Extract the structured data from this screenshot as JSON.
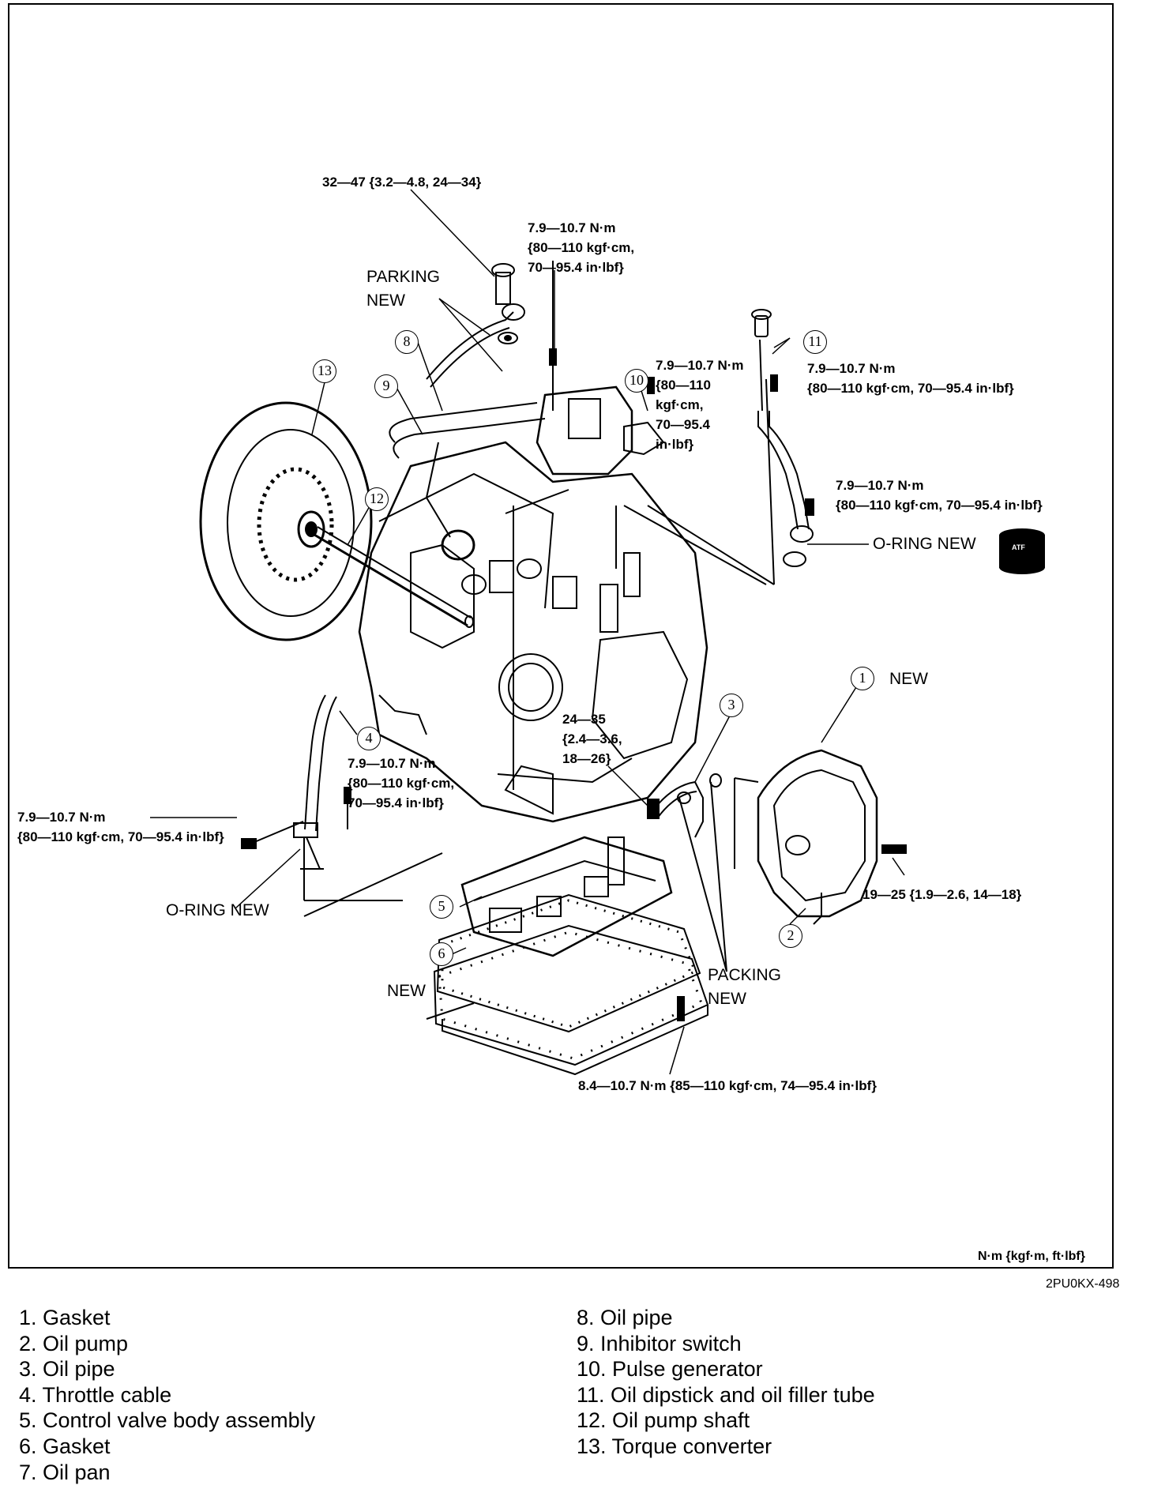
{
  "torque_labels": {
    "top_bolt": "32—47 {3.2—4.8, 24—34}",
    "switch_bolt": "7.9—10.7 N·m\n{80—110 kgf·cm,\n70—95.4 in·lbf}",
    "pulse_bolt": "7.9—10.7 N·m\n{80—110\nkgf·cm,\n70—95.4\nin·lbf}",
    "tube_bolt_upper": "7.9—10.7 N·m\n{80—110 kgf·cm, 70—95.4 in·lbf}",
    "tube_bolt_lower": "7.9—10.7 N·m\n{80—110 kgf·cm, 70—95.4 in·lbf}",
    "pipe_bolt": "24—35\n{2.4—3.6,\n18—26}",
    "cable_bolt_left": "7.9—10.7 N·m\n{80—110 kgf·cm, 70—95.4 in·lbf}",
    "cable_bolt_center": "7.9—10.7 N·m\n{80—110 kgf·cm,\n70—95.4 in·lbf}",
    "pump_bolt": "19—25 {1.9—2.6, 14—18}",
    "pan_bolt": "8.4—10.7 N·m {85—110 kgf·cm, 74—95.4 in·lbf}"
  },
  "notes": {
    "parking_new": "PARKING\nNEW",
    "oring_right": "O-RING NEW",
    "oring_left": "O-RING NEW",
    "new_gasket1": "NEW",
    "new_gasket6": "NEW",
    "packing_new": "PACKING\nNEW",
    "atf": "ATF"
  },
  "callouts": [
    "1",
    "2",
    "3",
    "4",
    "5",
    "6",
    "8",
    "9",
    "10",
    "11",
    "12",
    "13"
  ],
  "unit_note": "N·m {kgf·m, ft·lbf}",
  "figure_code": "2PU0KX-498",
  "legend_left": [
    "1. Gasket",
    "2. Oil pump",
    "3. Oil pipe",
    "4. Throttle cable",
    "5. Control valve body assembly",
    "6. Gasket",
    "7. Oil pan"
  ],
  "legend_right": [
    "8. Oil pipe",
    "9. Inhibitor switch",
    "10. Pulse generator",
    "11. Oil dipstick and oil filler tube",
    "12. Oil pump shaft",
    "13. Torque converter"
  ]
}
